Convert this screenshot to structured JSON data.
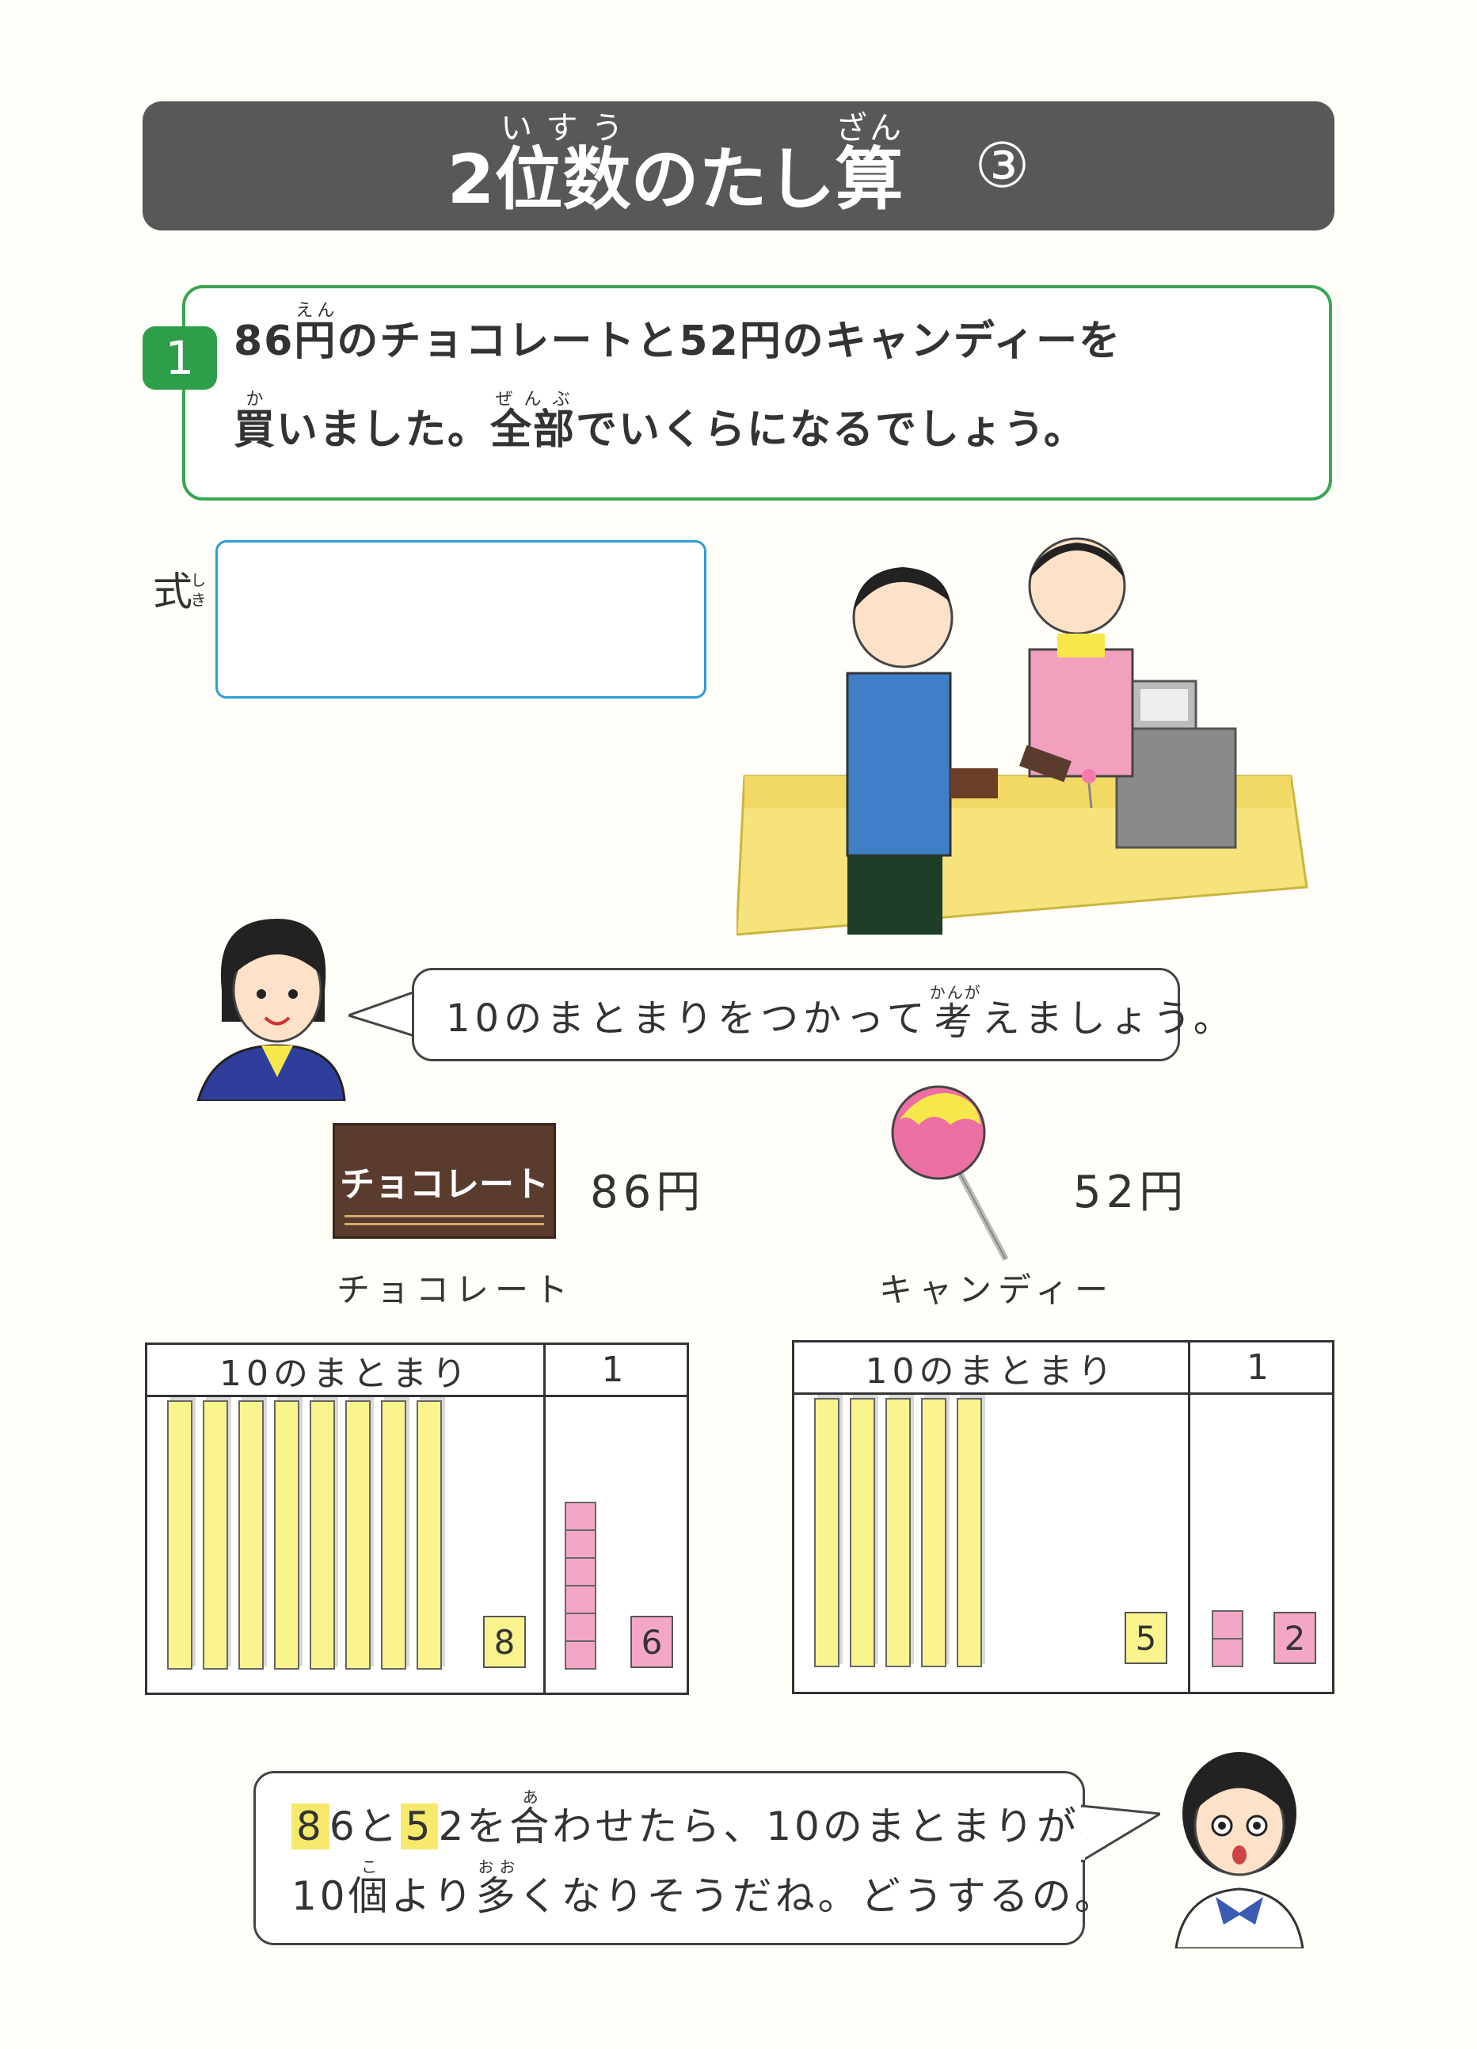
{
  "title": {
    "part1": "2",
    "word1": "位数",
    "word1_ruby": "いすう",
    "part2": "のたし",
    "word2": "算",
    "word2_ruby": "ざん",
    "number": "③"
  },
  "problem": {
    "number": "1",
    "line1_a": "86",
    "line1_kanji": "円",
    "line1_kanji_ruby": "えん",
    "line1_b": "のチョコレートと52円のキャンディーを",
    "line2_kanji1": "買",
    "line2_kanji1_ruby": "か",
    "line2_a": "いました。",
    "line2_kanji2": "全部",
    "line2_kanji2_ruby": "ぜんぶ",
    "line2_b": "でいくらになるでしょう。"
  },
  "formula": {
    "label": "式",
    "label_ruby": "しき"
  },
  "teacher_bubble": {
    "text_a": "10のまとまりをつかって",
    "kanji": "考",
    "kanji_ruby": "かんが",
    "text_b": "えましょう。"
  },
  "items": {
    "chocolate_bar_label": "チョコレート",
    "chocolate_price": "86円",
    "chocolate_name": "チョコレート",
    "candy_price": "52円",
    "candy_name": "キャンディー"
  },
  "tables": [
    {
      "header_tens": "10のまとまり",
      "header_ones": "1",
      "tens": 8,
      "ones": 6,
      "tens_label": "8",
      "ones_label": "6"
    },
    {
      "header_tens": "10のまとまり",
      "header_ones": "1",
      "tens": 5,
      "ones": 2,
      "tens_label": "5",
      "ones_label": "2"
    }
  ],
  "student_bubble": {
    "d1": "8",
    "d2": "6",
    "t1": "と",
    "d3": "5",
    "d4": "2",
    "t2": "を",
    "kanji1": "合",
    "kanji1_ruby": "あ",
    "t3": "わせたら、10のまとまりが、",
    "line2_a": "10",
    "kanji2": "個",
    "kanji2_ruby": "こ",
    "line2_b": "より",
    "kanji3": "多",
    "kanji3_ruby": "おお",
    "line2_c": "くなりそうだね。どうするの。"
  },
  "colors": {
    "banner": "#585858",
    "problem_border": "#3aa653",
    "formula_border": "#2f9bd6",
    "ten_rod": "#faf48e",
    "one_cube": "#f4a6c7",
    "highlight": "#f7e96c"
  }
}
